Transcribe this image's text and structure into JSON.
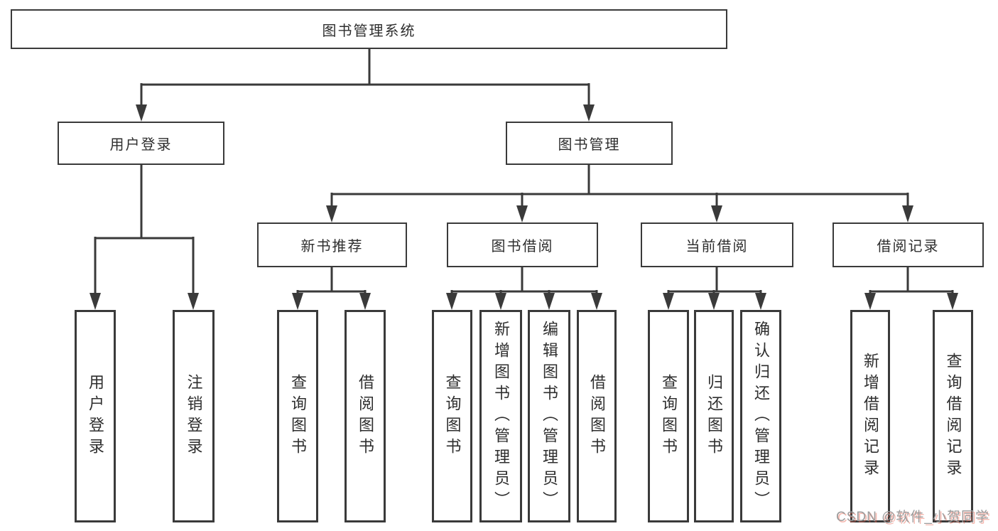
{
  "diagram_type": "hierarchy-tree",
  "watermark": "CSDN @软件_小贺同学",
  "colors": {
    "background": "#ffffff",
    "line": "#3a3a3a",
    "box_border": "#3a3a3a",
    "text": "#2e2e2e",
    "watermark_text": "#9c9c9c",
    "watermark_accent": "#e9624e"
  },
  "tree": {
    "label": "图书管理系统",
    "children": [
      {
        "label": "用户登录",
        "children": [
          {
            "label": "用户登录"
          },
          {
            "label": "注销登录"
          }
        ]
      },
      {
        "label": "图书管理",
        "children": [
          {
            "label": "新书推荐",
            "children": [
              {
                "label": "查询图书"
              },
              {
                "label": "借阅图书"
              }
            ]
          },
          {
            "label": "图书借阅",
            "children": [
              {
                "label": "查询图书"
              },
              {
                "label": "新增图书（管理员）"
              },
              {
                "label": "编辑图书（管理员）"
              },
              {
                "label": "借阅图书"
              }
            ]
          },
          {
            "label": "当前借阅",
            "children": [
              {
                "label": "查询图书"
              },
              {
                "label": "归还图书"
              },
              {
                "label": "确认归还（管理员）"
              }
            ]
          },
          {
            "label": "借阅记录",
            "children": [
              {
                "label": "新增借阅记录"
              },
              {
                "label": "查询借阅记录"
              }
            ]
          }
        ]
      }
    ]
  }
}
